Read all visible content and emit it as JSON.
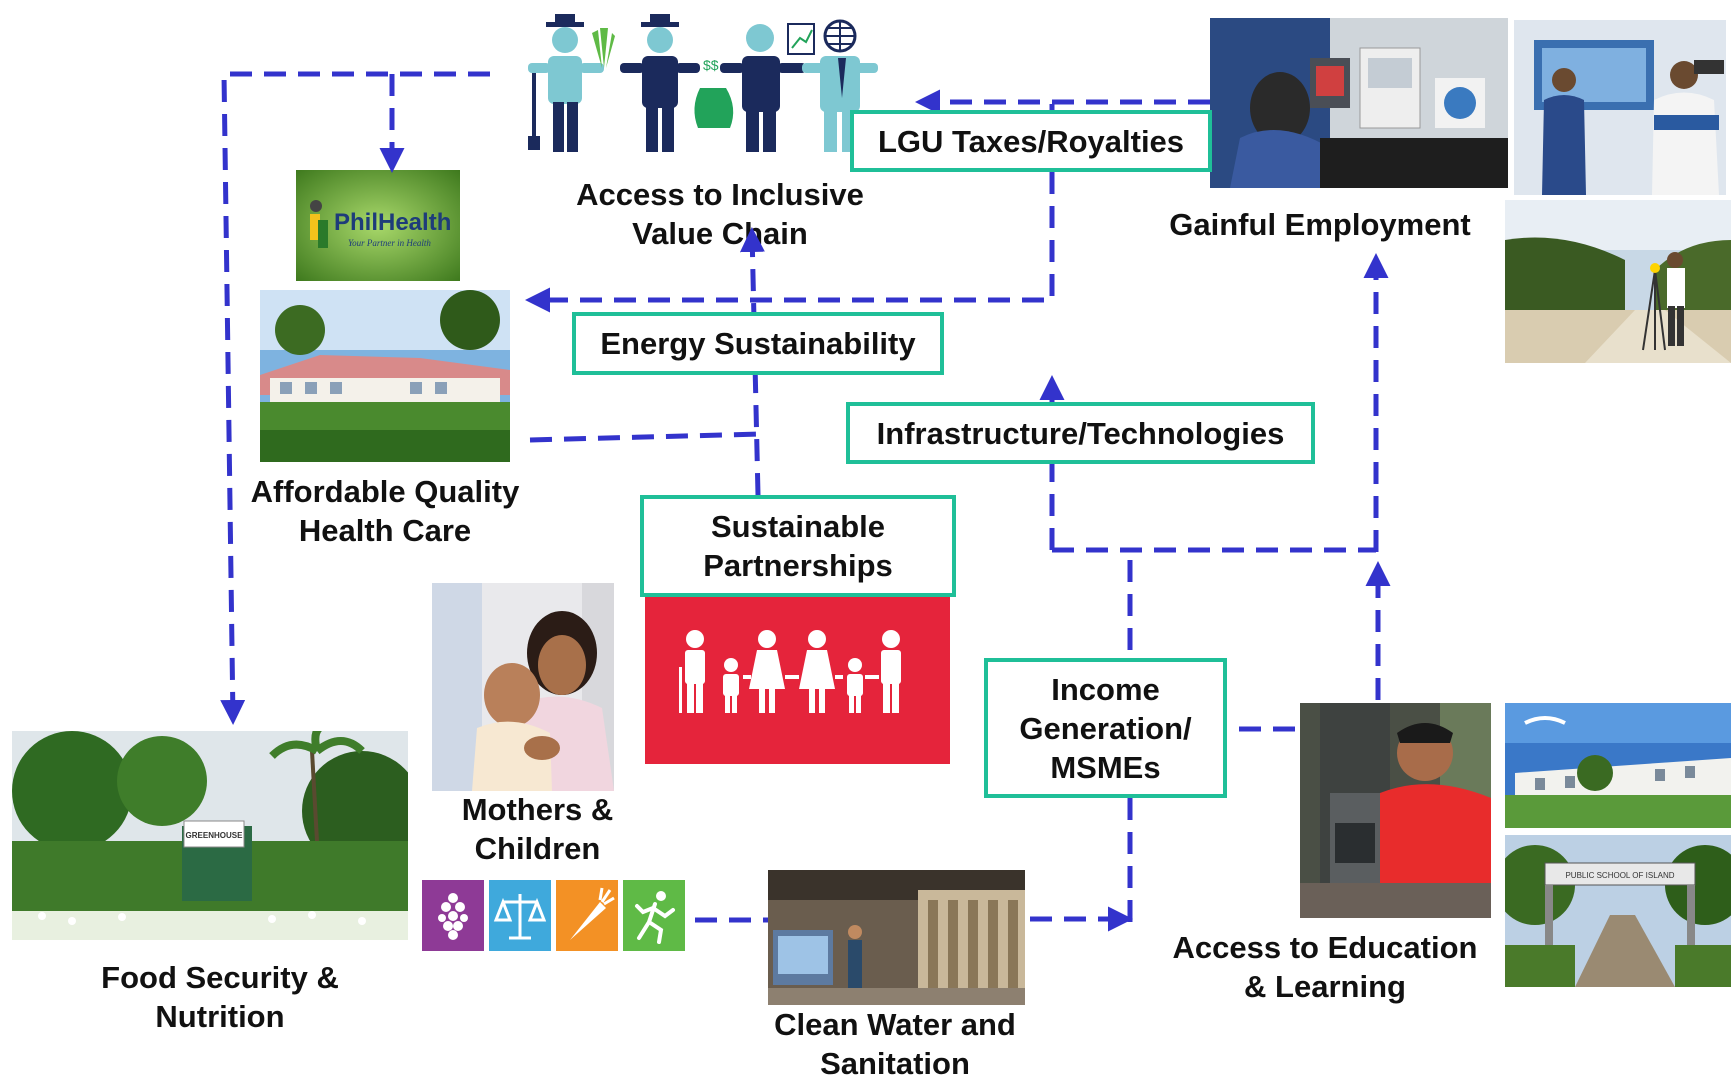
{
  "nodes": {
    "value_chain": "Access to Inclusive\nValue Chain",
    "gainful_employment": "Gainful Employment",
    "health_care": "Affordable Quality\nHealth Care",
    "mothers_children": "Mothers &\nChildren",
    "food_security": "Food Security &\nNutrition",
    "clean_water": "Clean Water and\nSanitation",
    "education": "Access to Education\n& Learning"
  },
  "boxes": {
    "lgu": "LGU Taxes/Royalties",
    "energy": "Energy Sustainability",
    "infrastructure": "Infrastructure/Technologies",
    "partnerships": "Sustainable\nPartnerships",
    "income": "Income\nGeneration/\nMSMEs"
  },
  "logo": {
    "brand": "PhilHealth",
    "tagline": "Your Partner in Health"
  },
  "sign_text": {
    "greenhouse": "GREENHOUSE",
    "school_gate": "PUBLIC SCHOOL OF ISLAND"
  },
  "colors": {
    "arrow": "#3333cc",
    "box_border": "#1fbf98",
    "sdg_red": "#e5243b",
    "people_light": "#7ec8d2",
    "people_dark": "#1b2a5c",
    "icon_purple": "#8e3a96",
    "icon_blue": "#3fa9dc",
    "icon_orange": "#f39125",
    "icon_green": "#5fba46"
  },
  "icons": [
    "grapes-icon",
    "scales-icon",
    "carrot-icon",
    "runner-icon"
  ]
}
